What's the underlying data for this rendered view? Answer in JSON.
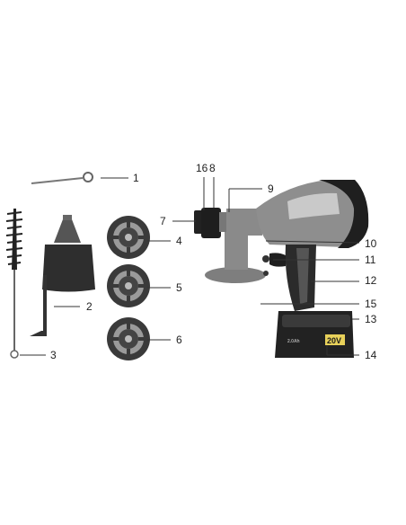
{
  "callouts": [
    {
      "id": "1",
      "label": "1"
    },
    {
      "id": "2",
      "label": "2"
    },
    {
      "id": "3",
      "label": "3"
    },
    {
      "id": "4",
      "label": "4"
    },
    {
      "id": "5",
      "label": "5"
    },
    {
      "id": "6",
      "label": "6"
    },
    {
      "id": "7",
      "label": "7"
    },
    {
      "id": "8",
      "label": "8"
    },
    {
      "id": "9",
      "label": "9"
    },
    {
      "id": "10",
      "label": "10"
    },
    {
      "id": "11",
      "label": "11"
    },
    {
      "id": "12",
      "label": "12"
    },
    {
      "id": "13",
      "label": "13"
    },
    {
      "id": "14",
      "label": "14"
    },
    {
      "id": "15",
      "label": "15"
    },
    {
      "id": "16",
      "label": "16"
    }
  ],
  "battery": {
    "voltage_label": "20V",
    "brand_marks": [
      "20V",
      "2.0Ah"
    ]
  },
  "colors": {
    "body_gray": "#8e8e8e",
    "dark": "#2b2b2b",
    "accent_light": "#c9c9c9",
    "battery_yellow": "#e8d15a"
  }
}
